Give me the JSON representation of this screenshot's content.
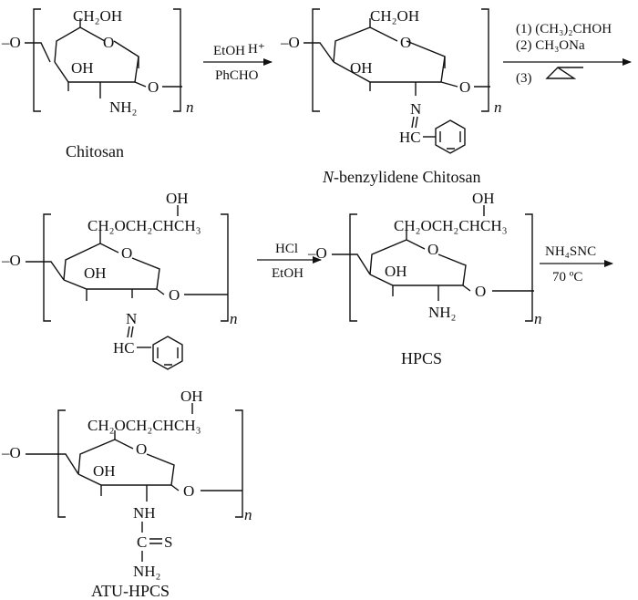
{
  "molecules": {
    "chitosan": {
      "caption": "Chitosan",
      "c6": "CH₂OH",
      "oh": "OH",
      "n": "n"
    },
    "benzylidene": {
      "caption_italic": "N",
      "caption_rest": "-benzylidene Chitosan",
      "c6": "CH₂OH",
      "oh": "OH",
      "imine_n": "N",
      "imine_c": "HC",
      "n": "n"
    },
    "hp_benzylidene": {
      "side_oh": "OH",
      "side_chain": "CH₂OCH₂CHCH₃",
      "oh": "OH",
      "imine_n": "N",
      "imine_c": "HC",
      "n": "n"
    },
    "hpcs": {
      "caption": "HPCS",
      "side_oh": "OH",
      "side_chain": "CH₂OCH₂CHCH₃",
      "oh": "OH",
      "amine": "NH₂",
      "n": "n"
    },
    "atu_hpcs": {
      "caption": "ATU-HPCS",
      "side_oh": "OH",
      "side_chain": "CH₂OCH₂CHCH₃",
      "oh": "OH",
      "nh": "NH",
      "thio_c": "C",
      "thio_s": "S",
      "amine": "NH₂",
      "n": "n"
    }
  },
  "common": {
    "ring_o": "O",
    "link_o": "O",
    "end_o": "–O",
    "nh2": "NH₂"
  },
  "arrows": {
    "a1": {
      "top": "EtOH",
      "top_sup": "H⁺",
      "bottom": "PhCHO"
    },
    "a2": {
      "line1": "(1) (CH₃)₂CHOH",
      "line2": "(2) CH₃ONa",
      "line3": "(3)"
    },
    "a3": {
      "top": "HCl",
      "bottom": "EtOH"
    },
    "a4": {
      "top": "NH₄SNC",
      "bottom": "70 ºC"
    }
  }
}
